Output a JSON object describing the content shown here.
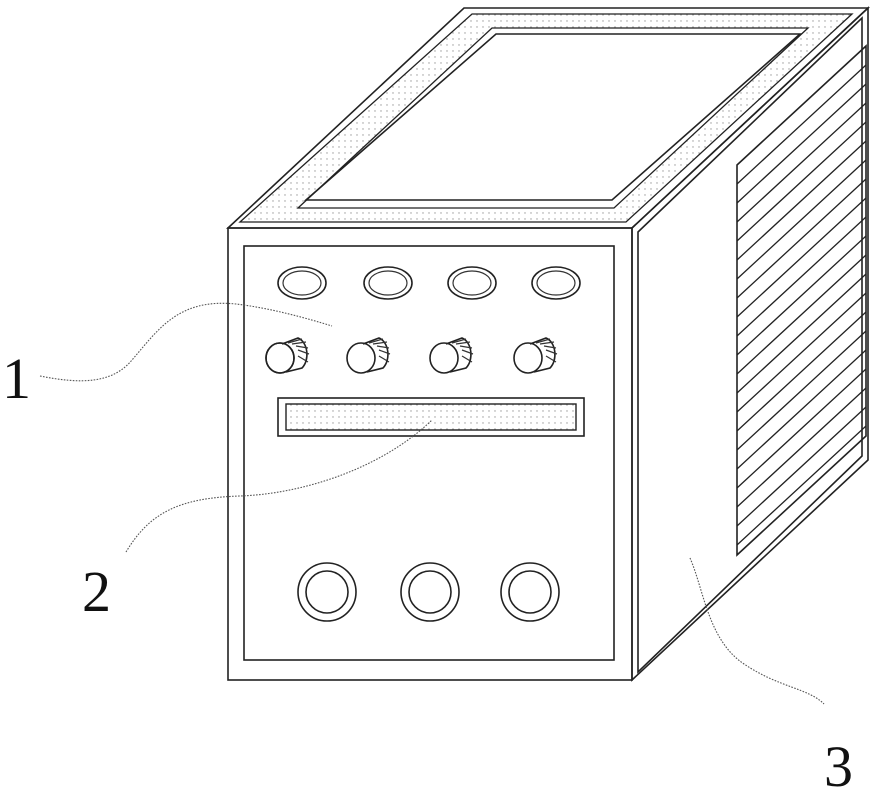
{
  "callouts": [
    {
      "id": "1",
      "label": "1"
    },
    {
      "id": "2",
      "label": "2"
    },
    {
      "id": "3",
      "label": "3"
    }
  ],
  "colors": {
    "line": "#222222",
    "background": "#ffffff"
  }
}
